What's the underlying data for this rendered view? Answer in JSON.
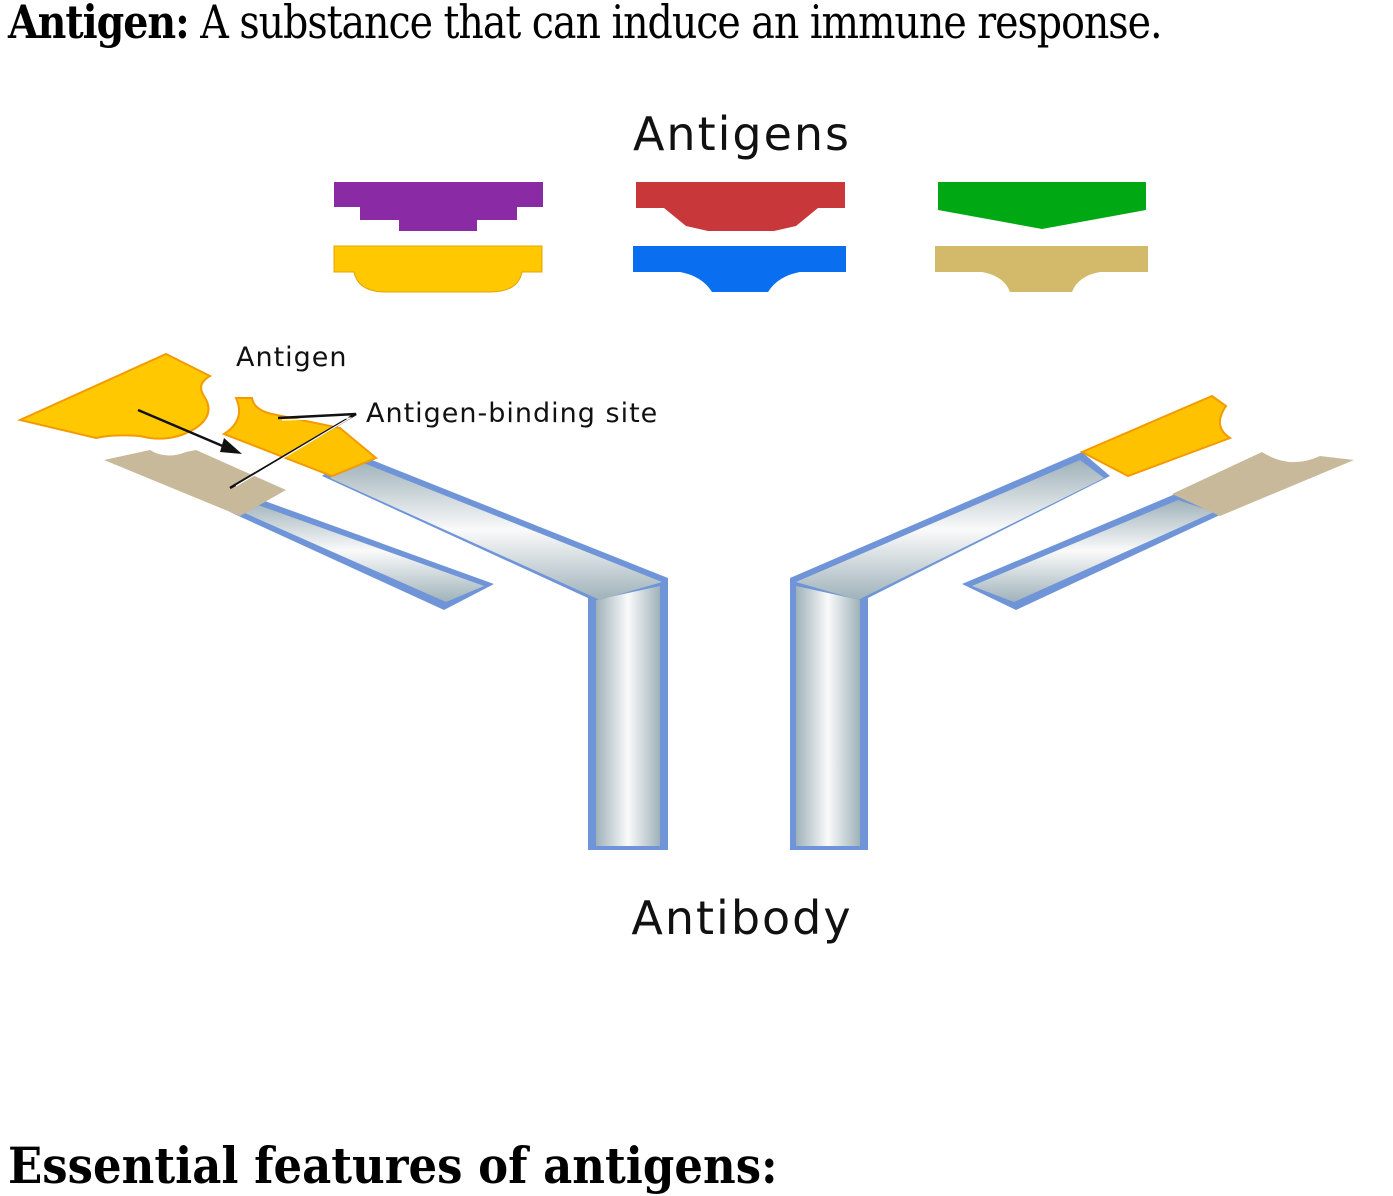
{
  "definition": {
    "term": "Antigen:",
    "text": " A substance that can induce an immune response."
  },
  "diagram": {
    "antigens_title": "Antigens",
    "antigen_label": "Antigen",
    "binding_site_label": "Antigen-binding site",
    "antibody_title": "Antibody",
    "antigen_colors": {
      "purple": "#8A2BA5",
      "red": "#C8383A",
      "green": "#00A814",
      "yellow": "#FFC800",
      "blue": "#0A6EF0",
      "tan": "#D2BA6A"
    },
    "antibody_colors": {
      "chain_outline": "#6F95D8",
      "chain_core": "#F7F7F7",
      "chain_edge": "#9BB0B8",
      "variable_heavy": "#FFC200",
      "variable_light": "#C8B99A"
    }
  },
  "section": {
    "heading": "Essential features of antigens:"
  }
}
